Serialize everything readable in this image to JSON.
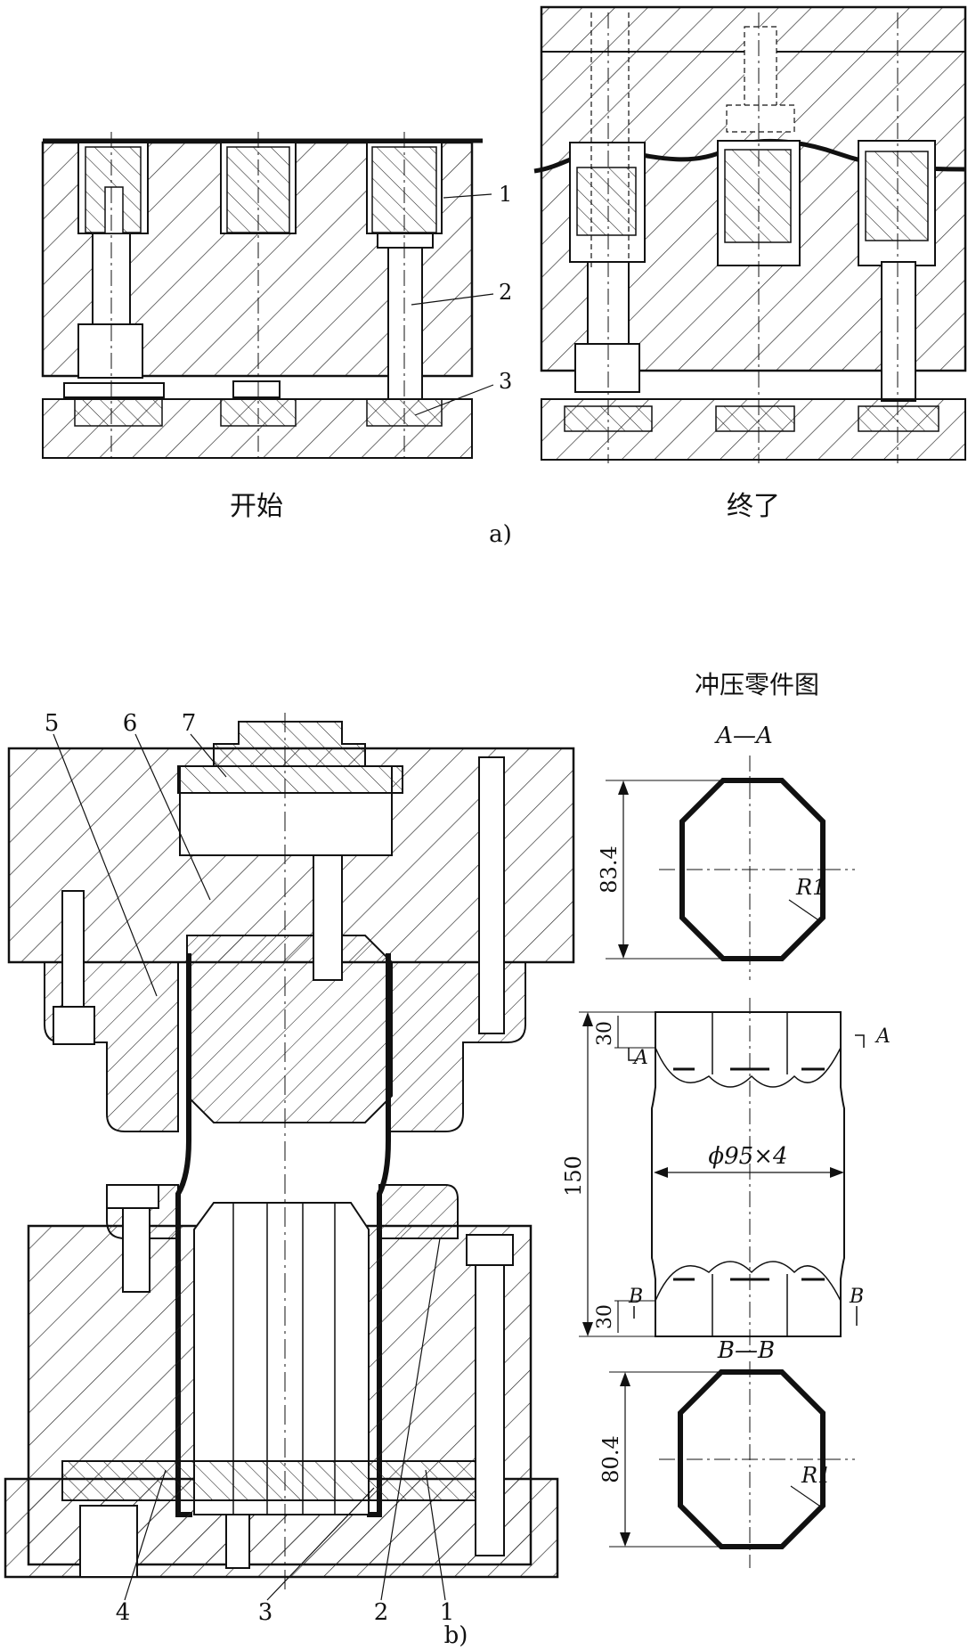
{
  "figure_a": {
    "caption": "a)",
    "left_title": "开始",
    "right_title": "终了",
    "callouts": [
      "1",
      "2",
      "3"
    ]
  },
  "figure_b": {
    "caption": "b)",
    "callouts_top": [
      "5",
      "6",
      "7"
    ],
    "callouts_bottom": [
      "4",
      "3",
      "2",
      "1"
    ],
    "part_drawing": {
      "title": "冲压零件图",
      "section_aa": "A—A",
      "section_bb": "B—B",
      "dim_aa_height": "83.4",
      "dim_bb_height": "80.4",
      "radius_aa": "R1",
      "radius_bb": "R1",
      "dim_total_length": "150",
      "dim_top_band": "30",
      "dim_bottom_band": "30",
      "dim_tube": "ϕ95×4",
      "cut_a_left": "A",
      "cut_a_right": "A",
      "cut_b_left": "B",
      "cut_b_right": "B"
    }
  }
}
